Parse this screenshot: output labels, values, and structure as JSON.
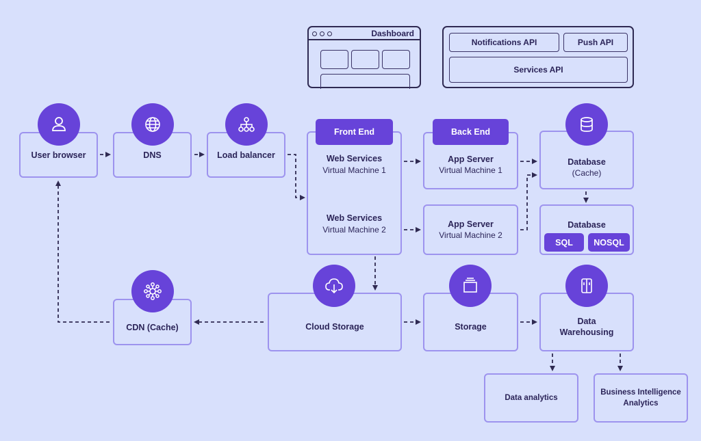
{
  "top": {
    "dashboard": "Dashboard",
    "notifications_api": "Notifications API",
    "push_api": "Push API",
    "services_api": "Services API"
  },
  "nodes": {
    "user_browser": "User browser",
    "dns": "DNS",
    "load_balancer": "Load balancer",
    "front_end": "Front End",
    "back_end": "Back End",
    "web1_title": "Web Services",
    "web1_sub": "Virtual Machine 1",
    "web2_title": "Web Services",
    "web2_sub": "Virtual Machine 2",
    "app1_title": "App Server",
    "app1_sub": "Virtual Machine 1",
    "app2_title": "App Server",
    "app2_sub": "Virtual Machine 2",
    "db_cache_title": "Database",
    "db_cache_sub": "(Cache)",
    "db_title": "Database",
    "sql": "SQL",
    "nosql": "NOSQL",
    "cdn": "CDN (Cache)",
    "cloud_storage": "Cloud Storage",
    "storage": "Storage",
    "data_warehousing_1": "Data",
    "data_warehousing_2": "Warehousing",
    "data_analytics": "Data analytics",
    "bi_1": "Business Intelligence",
    "bi_2": "Analytics"
  },
  "icons": [
    "user-icon",
    "globe-icon",
    "network-icon",
    "database-icon",
    "cloud-download-icon",
    "hub-icon",
    "storage-icon",
    "warehouse-icon"
  ],
  "colors": {
    "background": "#d8e0fc",
    "accent": "#6743d9",
    "border": "#9d93ee",
    "ink": "#2f2a52"
  }
}
